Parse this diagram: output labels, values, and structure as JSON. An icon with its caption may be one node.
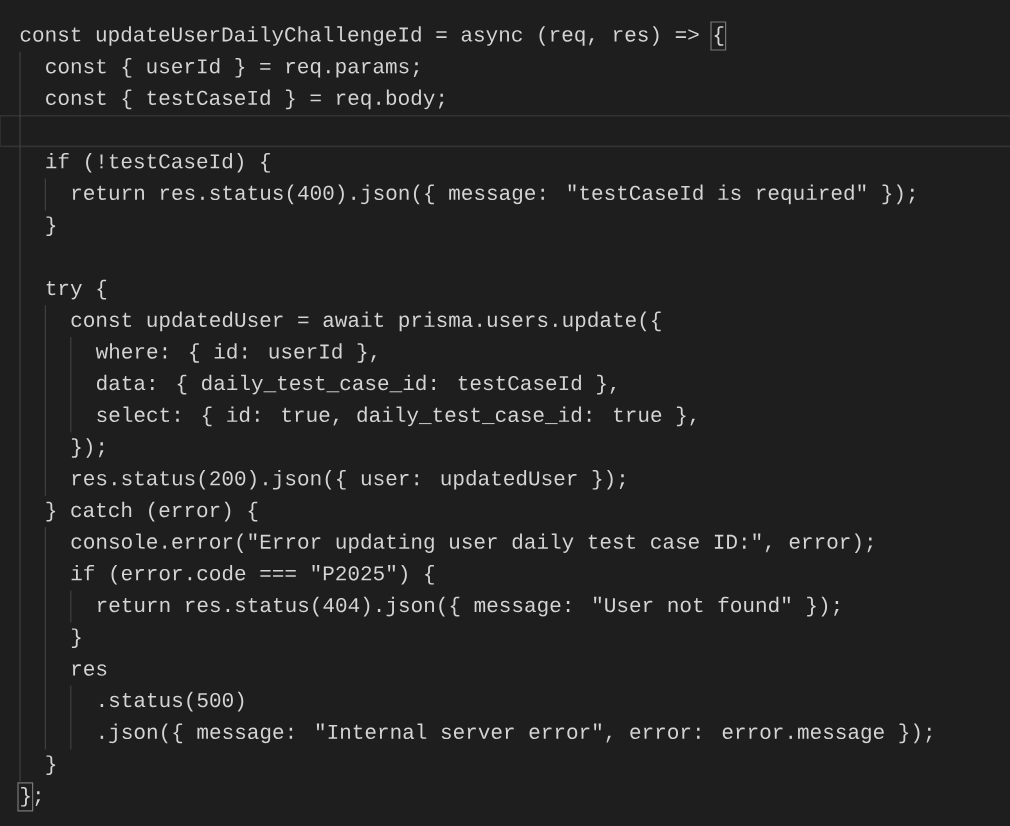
{
  "diagram": {
    "labels": [
      "const updateUserDailyChallengeId = async (req, res) => {",
      "const { userId } = req.params;",
      "const { testCaseId } = req.body;",
      "if (!testCaseId) {",
      "return res.status(400).json({ message: \"testCaseId is required\" });",
      "}",
      "try {",
      "const updatedUser = await prisma.users.update({",
      "where: { id: userId },",
      "data: { daily_test_case_id: testCaseId },",
      "select: { id: true, daily_test_case_id: true },",
      "});",
      "res.status(200).json({ user: updatedUser });",
      "} catch (error) {",
      "console.error(\"Error updating user daily test case ID:\", error);",
      "if (error.code === \"P2025\") {",
      "return res.status(404).json({ message: \"User not found\" });",
      "}",
      "res",
      ".status(500)",
      ".json({ message: \"Internal server error\", error: error.message });",
      "}",
      "};"
    ]
  }
}
